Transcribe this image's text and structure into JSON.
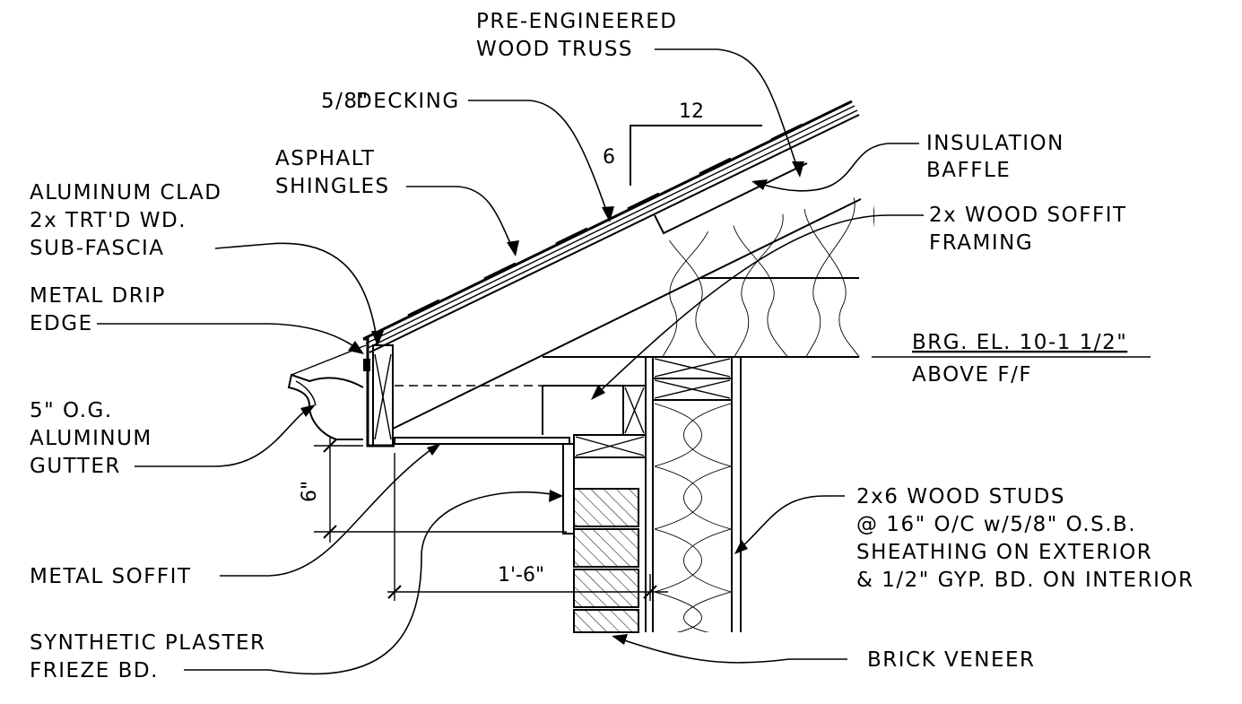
{
  "labels": {
    "truss_1": "PRE-ENGINEERED",
    "truss_2": "WOOD TRUSS",
    "decking": "DECKING",
    "decking_fraction": "5/8\"",
    "shingles_1": "ASPHALT",
    "shingles_2": "SHINGLES",
    "fascia_1": "ALUMINUM CLAD",
    "fascia_2": "2x TRT'D WD.",
    "fascia_3": "SUB-FASCIA",
    "drip_1": "METAL DRIP",
    "drip_2": "EDGE",
    "gutter_1": "5\" O.G.",
    "gutter_2": "ALUMINUM",
    "gutter_3": "GUTTER",
    "metal_soffit": "METAL SOFFIT",
    "frieze_1": "SYNTHETIC PLASTER",
    "frieze_2": "FRIEZE BD.",
    "baffle_1": "INSULATION",
    "baffle_2": "BAFFLE",
    "soffit_framing_1": "2x WOOD SOFFIT",
    "soffit_framing_2": "FRAMING",
    "brg_1": "BRG. EL. 10-1 1/2\"",
    "brg_2": "ABOVE F/F",
    "studs_1": "2x6 WOOD STUDS",
    "studs_2": "@ 16\" O/C w/5/8\" O.S.B.",
    "studs_3": "SHEATHING ON EXTERIOR",
    "studs_4": "& 1/2\" GYP. BD. ON INTERIOR",
    "brick": "BRICK VENEER"
  },
  "slope": {
    "rise": "6",
    "run": "12"
  },
  "dimensions": {
    "overhang": "1'-6\"",
    "fascia_height": "6\""
  }
}
